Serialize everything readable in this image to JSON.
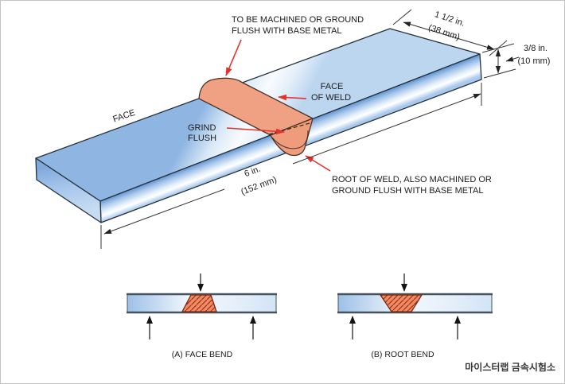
{
  "diagram": {
    "labels": {
      "machined_line1": "TO BE MACHINED OR GROUND",
      "machined_line2": "FLUSH WITH BASE METAL",
      "face_top": "FACE",
      "face_of_weld_line1": "FACE",
      "face_of_weld_line2": "OF WELD",
      "grind_line1": "GRIND",
      "grind_line2": "FLUSH",
      "root_line1": "ROOT OF WELD, ALSO MACHINED OR",
      "root_line2": "GROUND FLUSH WITH BASE METAL"
    },
    "dimensions": {
      "width_in": "1 1/2 in.",
      "width_mm": "(38 mm)",
      "thickness_in": "3/8 in.",
      "thickness_mm": "(10 mm)",
      "length_in": "6 in.",
      "length_mm": "(152 mm)"
    }
  },
  "cross_sections": {
    "face_bend": {
      "label": "(A) FACE BEND"
    },
    "root_bend": {
      "label": "(B) ROOT BEND"
    }
  },
  "watermark": "마이스터랩 금속시험소",
  "colors": {
    "weld_band": "#f1a183",
    "weld_section": "#f28a63",
    "arrow_red": "#e3312b",
    "steel_blue": "#9cc0e7",
    "line": "#222222"
  }
}
